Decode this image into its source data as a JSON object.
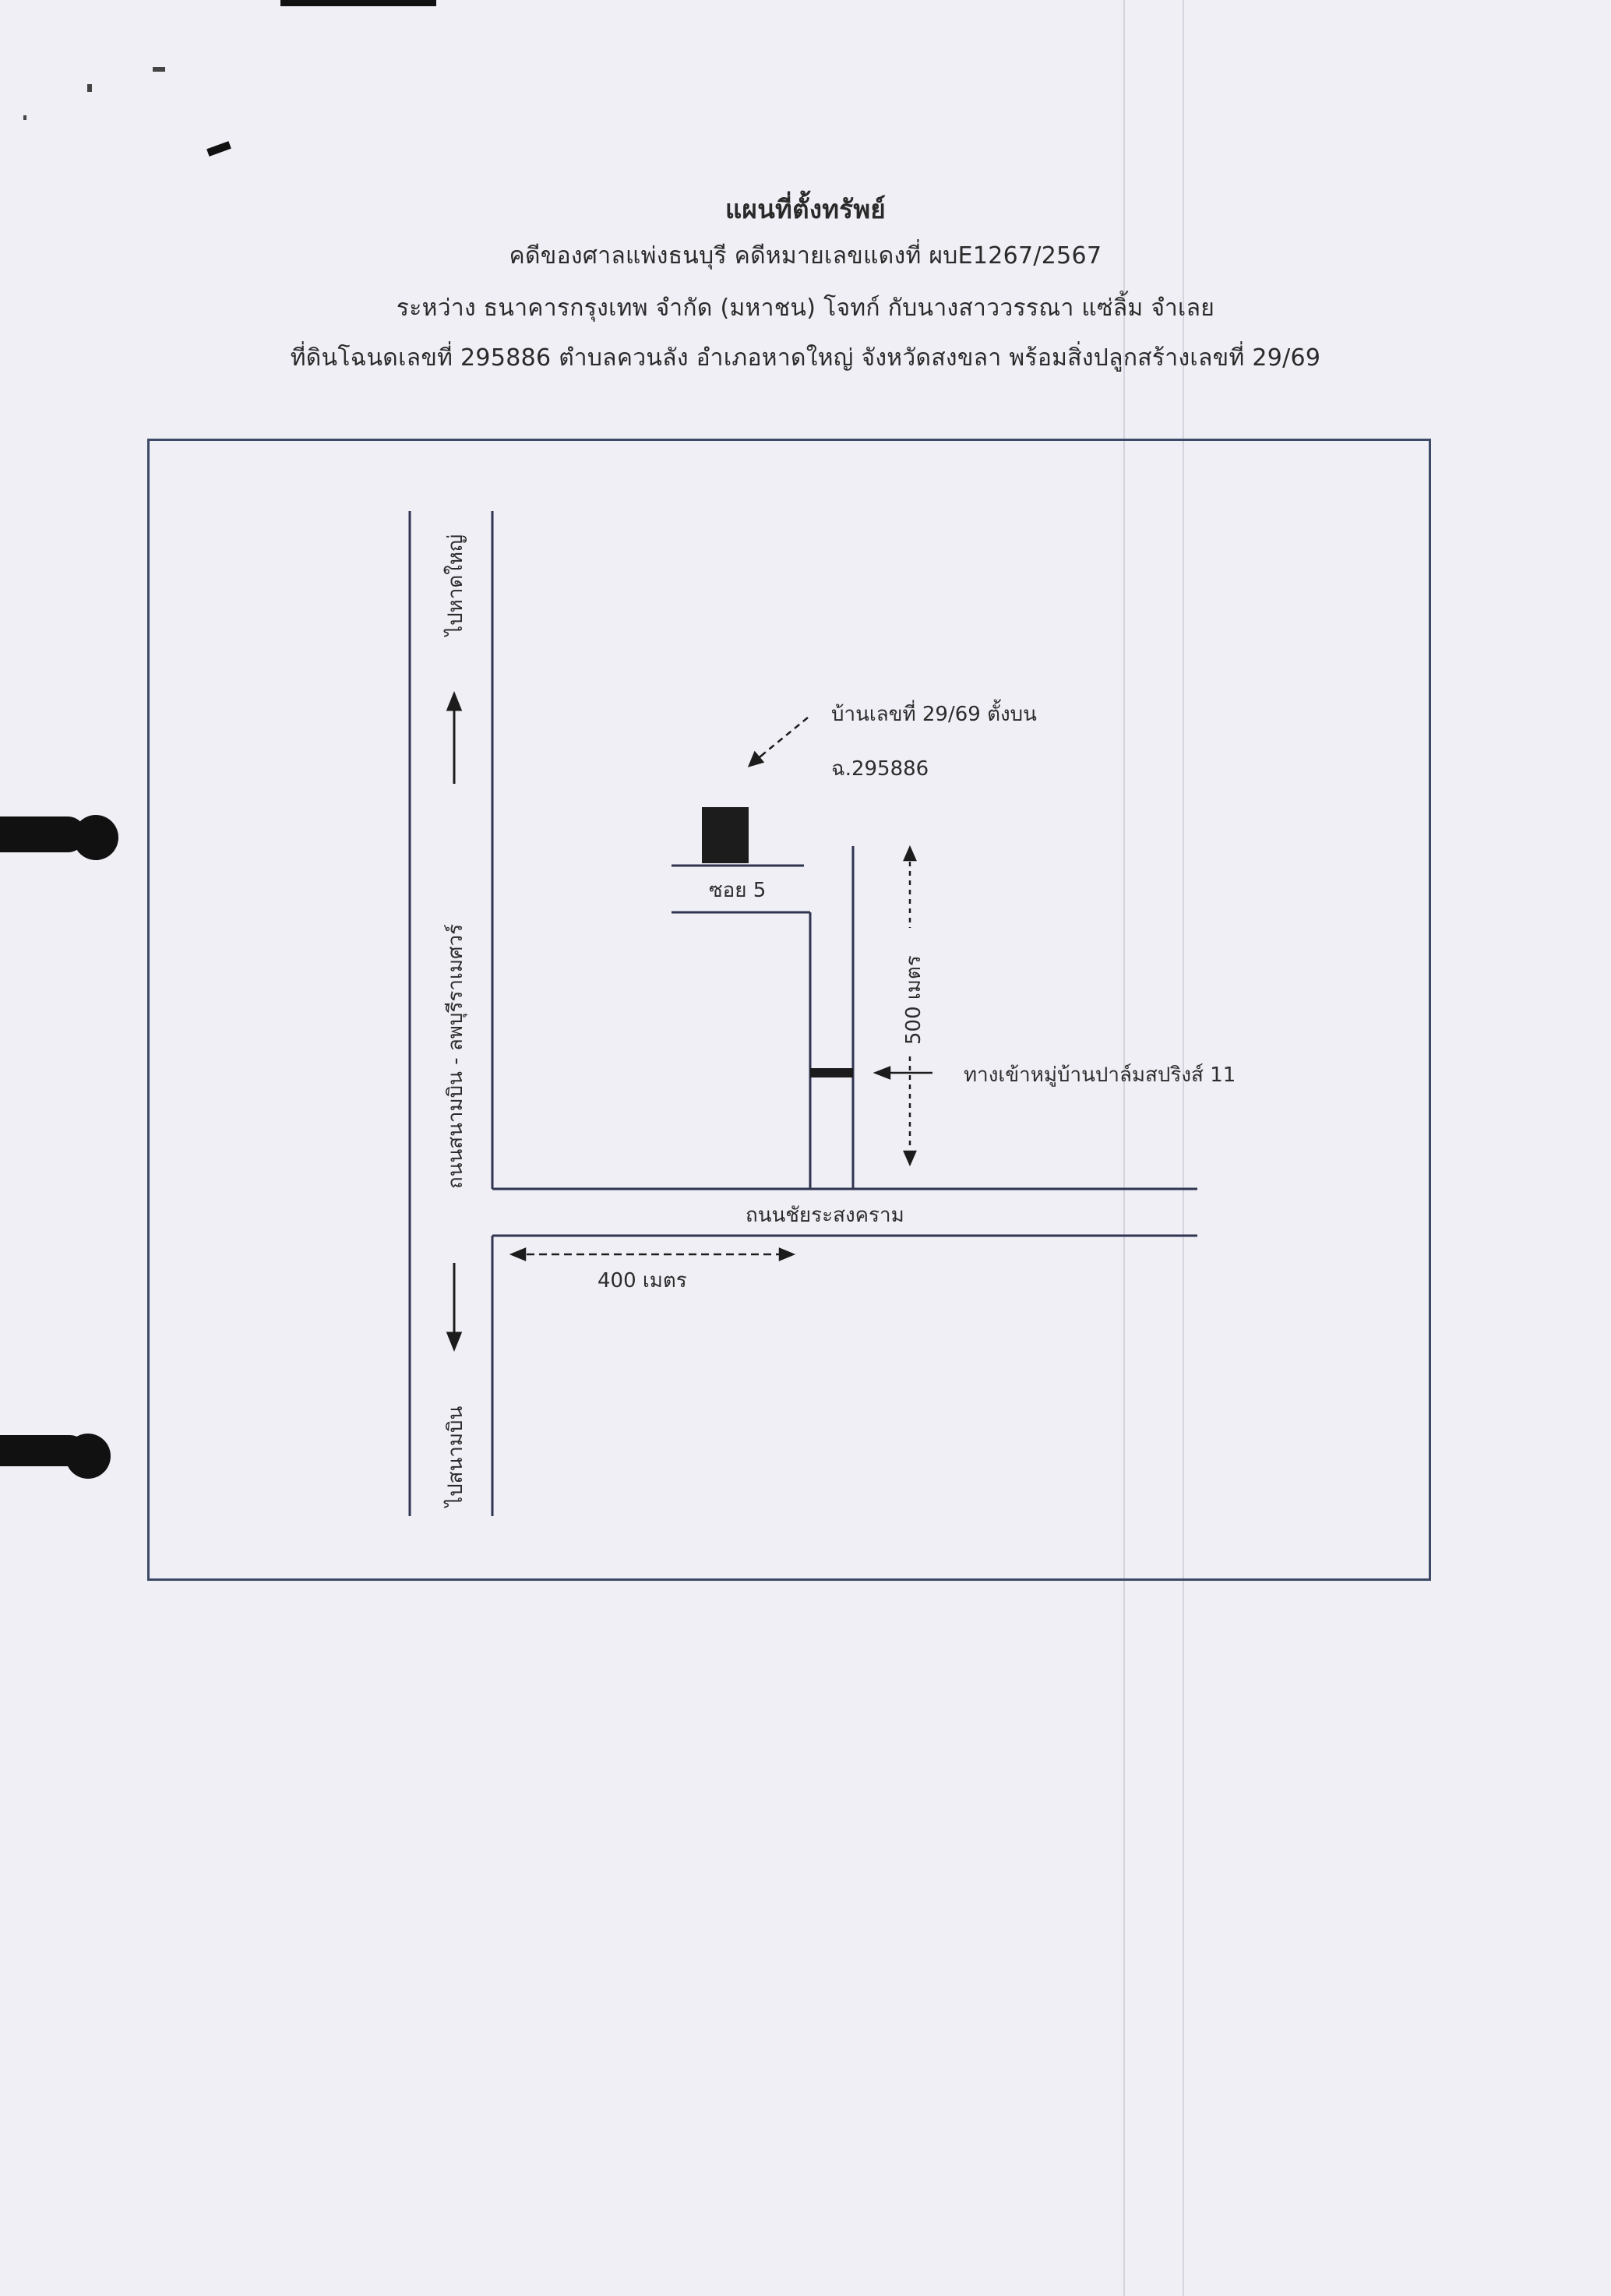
{
  "document": {
    "title": "แผนที่ตั้งทรัพย์",
    "case_line": "คดีของศาลแพ่งธนบุรี คดีหมายเลขแดงที่ ผบE1267/2567",
    "parties_line": "ระหว่าง ธนาคารกรุงเทพ จำกัด (มหาชน) โจทก์ กับนางสาววรรณา แซ่ลิ้ม จำเลย",
    "land_line": "ที่ดินโฉนดเลขที่ 295886 ตำบลควนลัง อำเภอหาดใหญ่ จังหวัดสงขลา พร้อมสิ่งปลูกสร้างเลขที่ 29/69"
  },
  "map": {
    "to_hatyai": "ไปหาดใหญ่",
    "main_road": "ถนนสนามบิน - ลพบุรีราเมศวร์",
    "to_airport": "ไปสนามบิน",
    "house_label": "บ้านเลขที่ 29/69 ตั้งบน",
    "deed_label": "ฉ.295886",
    "soi_label": "ซอย 5",
    "distance_500": "500 เมตร",
    "village_entrance": "ทางเข้าหมู่บ้านปาล์มสปริงส์ 11",
    "cross_road": "ถนนชัยระสงคราม",
    "distance_400": "400 เมตร"
  },
  "colors": {
    "paper": "#f1eff6",
    "frame": "#3c4a66",
    "road": "#2f3550",
    "ink": "#111111"
  }
}
